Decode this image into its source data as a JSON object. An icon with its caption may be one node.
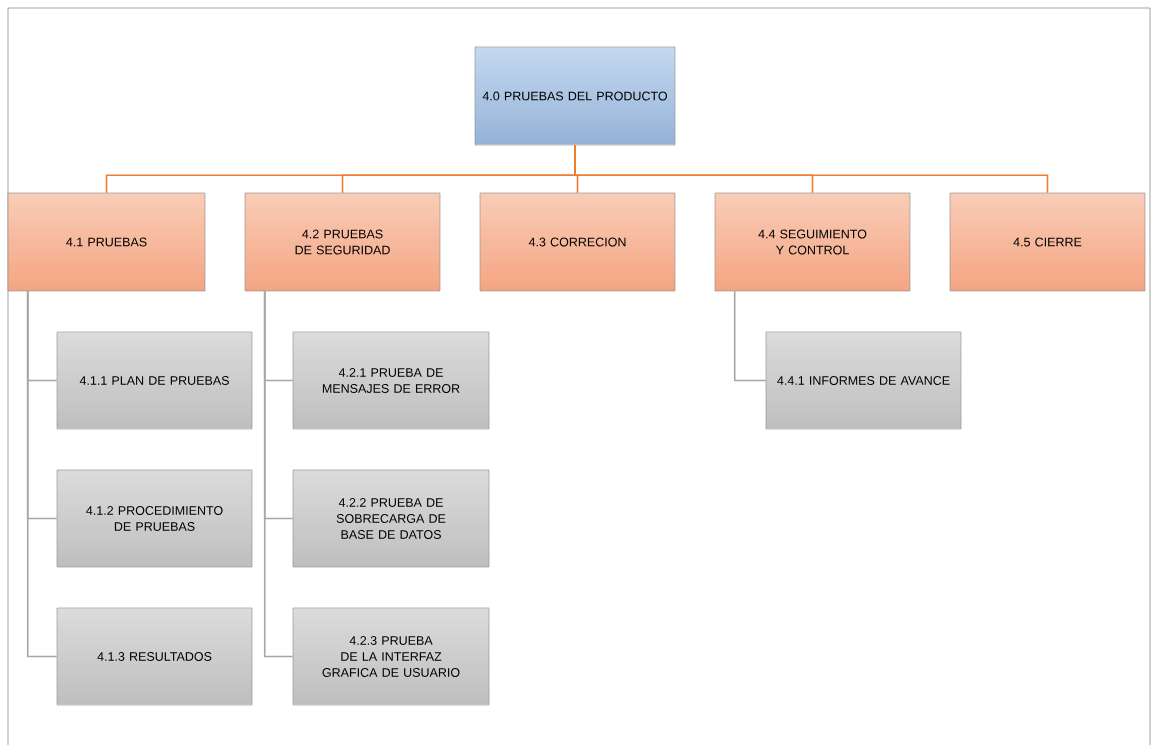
{
  "diagram": {
    "nodes": [
      {
        "text": [
          "4.0 PRUEBAS DEL PRODUCTO"
        ]
      },
      {
        "text": [
          "4.1 PRUEBAS"
        ]
      },
      {
        "text": [
          "4.2 PRUEBAS DE SEGURIDAD"
        ]
      },
      {
        "text": [
          "4.3 CORRECION"
        ]
      },
      {
        "text": [
          "4.4 SEGUIMIENTO Y CONTROL"
        ]
      },
      {
        "text": [
          "4.5 CIERRE"
        ]
      },
      {
        "text": [
          "4.1.1 PLAN DE PRUEBAS"
        ]
      },
      {
        "text": [
          "4.1.2 PROCEDIMIENTO DE PRUEBAS"
        ]
      },
      {
        "text": [
          "4.1.3 RESULTADOS"
        ]
      },
      {
        "text": [
          "4.2.1 PRUEBA DE MENSAJES DE ERROR"
        ]
      },
      {
        "text": [
          "4.2.2 PRUEBA DE SOBRECARGA DE BASE DE DATOS"
        ]
      },
      {
        "text": [
          "4.2.3 PRUEBA DE LA INTERFAZ GRAFICA DE USUARIO"
        ]
      },
      {
        "text": [
          "4.4.1 INFORMES DE AVANCE"
        ]
      }
    ],
    "edges": [
      {
        "from": 0,
        "to": 1,
        "arrow": "none",
        "color": "#ed7d31"
      },
      {
        "from": 0,
        "to": 2,
        "arrow": "none",
        "color": "#ed7d31"
      },
      {
        "from": 0,
        "to": 3,
        "arrow": "none",
        "color": "#ed7d31"
      },
      {
        "from": 0,
        "to": 4,
        "arrow": "none",
        "color": "#ed7d31"
      },
      {
        "from": 0,
        "to": 5,
        "arrow": "none",
        "color": "#ed7d31"
      },
      {
        "from": 1,
        "to": 6,
        "arrow": "none"
      },
      {
        "from": 1,
        "to": 7,
        "arrow": "none"
      },
      {
        "from": 1,
        "to": 8,
        "arrow": "none"
      },
      {
        "from": 2,
        "to": 9,
        "arrow": "none"
      },
      {
        "from": 2,
        "to": 10,
        "arrow": "none"
      },
      {
        "from": 2,
        "to": 11,
        "arrow": "none"
      },
      {
        "from": 4,
        "to": 12,
        "arrow": "none"
      }
    ]
  }
}
